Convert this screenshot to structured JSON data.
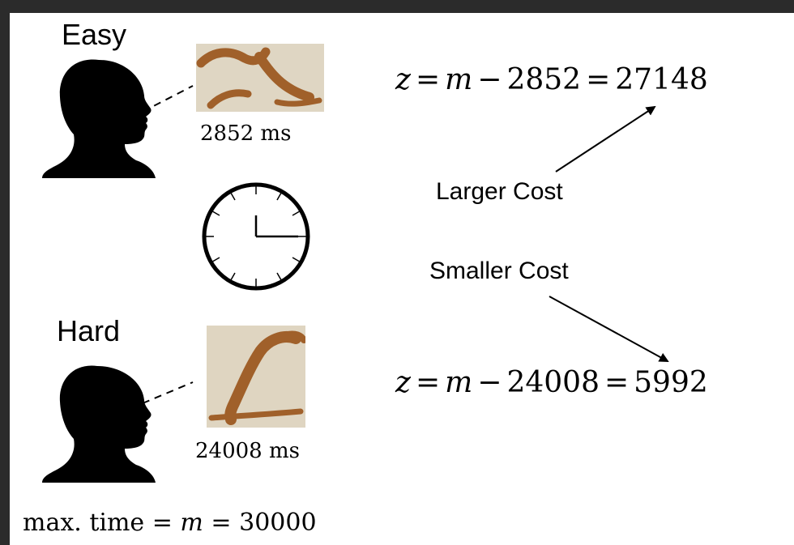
{
  "easy": {
    "label": "Easy",
    "time_label": "2852 ms",
    "equation": {
      "lhs": "z",
      "m": "m",
      "minus": "−",
      "time": "2852",
      "eq": "=",
      "result": "27148"
    }
  },
  "hard": {
    "label": "Hard",
    "time_label": "24008 ms",
    "equation": {
      "lhs": "z",
      "m": "m",
      "minus": "−",
      "time": "24008",
      "eq": "=",
      "result": "5992"
    }
  },
  "annotations": {
    "larger_cost": "Larger Cost",
    "smaller_cost": "Smaller Cost"
  },
  "max_time": {
    "prefix": "max. time",
    "eq": "=",
    "m": "m",
    "value": "30000"
  },
  "colors": {
    "background": "#2b2b2b",
    "canvas": "#ffffff",
    "silhouette": "#000000",
    "parchment": "#e4dccb",
    "ink": "#a0602a"
  }
}
